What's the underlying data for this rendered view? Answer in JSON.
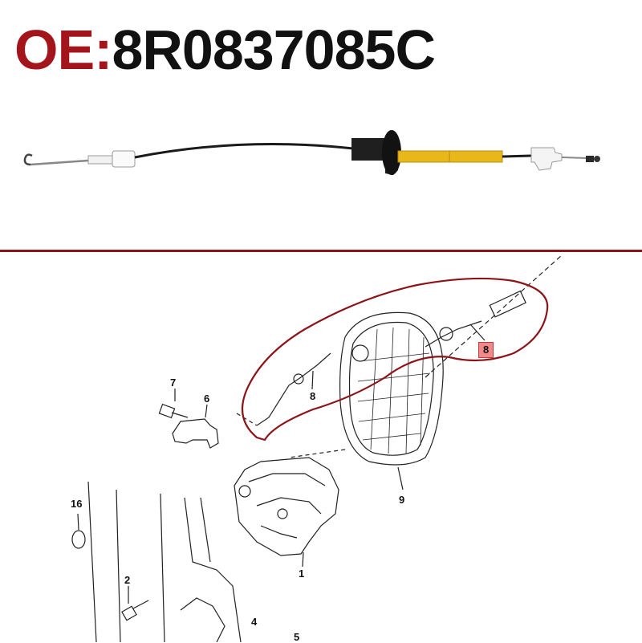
{
  "header": {
    "prefix": "OE:",
    "part_number": "8R0837085C"
  },
  "diagram": {
    "callouts": {
      "c1": "1",
      "c2": "2",
      "c4": "4",
      "c5": "5",
      "c6": "6",
      "c7": "7",
      "c8": "8",
      "c8_highlight": "8",
      "c9": "9",
      "c16": "16"
    }
  },
  "colors": {
    "accent": "#a3151b",
    "highlight_fill": "#f08a8a",
    "cable_sleeve": "#e8b81a",
    "cable": "#1a1a1a"
  },
  "icons": [
    "cable-product-photo",
    "exploded-parts-diagram"
  ]
}
